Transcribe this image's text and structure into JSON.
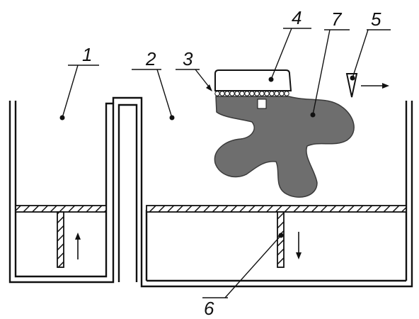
{
  "labels": {
    "l1": "1",
    "l2": "2",
    "l3": "3",
    "l4": "4",
    "l5": "5",
    "l6": "6",
    "l7": "7"
  },
  "colors": {
    "line": "#111111",
    "part": "#6e6e6e",
    "background": "#ffffff"
  },
  "icons": {
    "flow_up": "arrow-up-icon",
    "flow_down": "arrow-down-icon",
    "direction": "arrow-right-icon",
    "nozzle": "triangle-nozzle-icon"
  }
}
